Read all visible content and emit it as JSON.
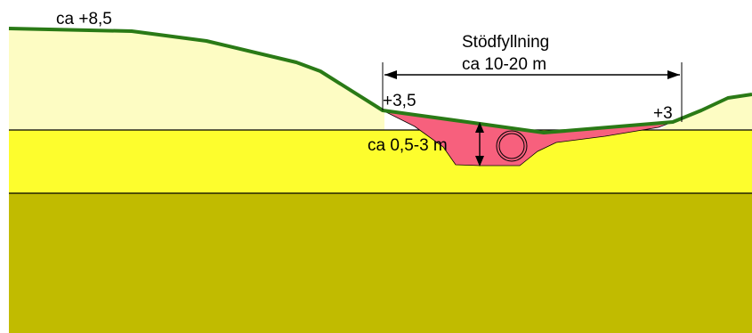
{
  "labels": {
    "top_left_level": "ca +8,5",
    "title_line1": "Stödfyllning",
    "title_line2": "ca 10-20 m",
    "left_level": "+3,5",
    "right_level": "+3",
    "thickness": "ca 0,5-3 m"
  },
  "colors": {
    "upper_soil": "#fdfcc3",
    "middle_layer": "#fdfd2d",
    "bottom_layer": "#c1bb00",
    "support_fill": "#f7607d",
    "ground_line": "#2a7a16",
    "boundary_line": "#000000"
  }
}
